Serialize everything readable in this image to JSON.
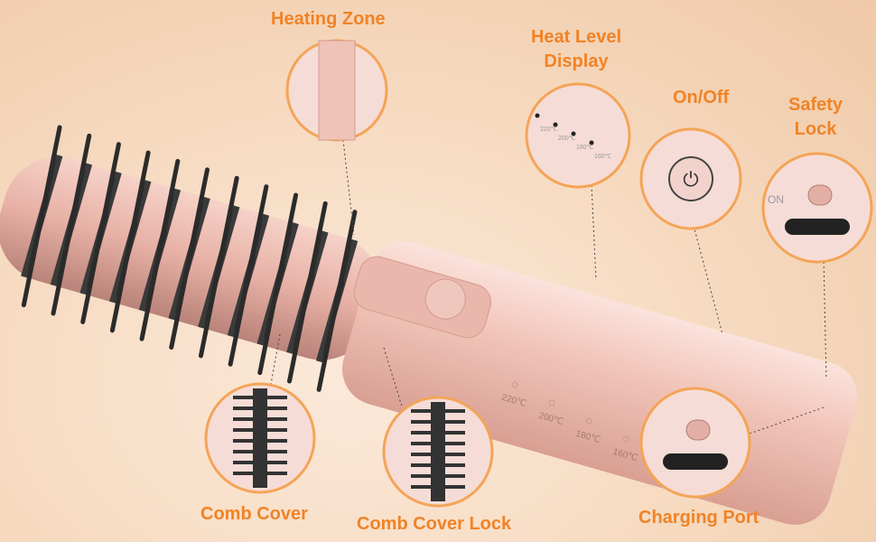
{
  "labels": {
    "heating_zone": "Heating Zone",
    "heat_level_display": "Heat Level Display",
    "on_off": "On/Off",
    "safety_lock": "Safety Lock",
    "comb_cover": "Comb Cover",
    "comb_cover_lock": "Comb Cover Lock",
    "charging_port": "Charging Port"
  },
  "heat_levels": [
    "220℃",
    "200℃",
    "180℃",
    "160℃"
  ],
  "lock_marking": "ON",
  "colors": {
    "label": "#f08326",
    "callout_ring": "#f4a457",
    "handle": "#f3c9bf",
    "bristle": "#2b2b2b",
    "background": "#f7dcc3"
  }
}
